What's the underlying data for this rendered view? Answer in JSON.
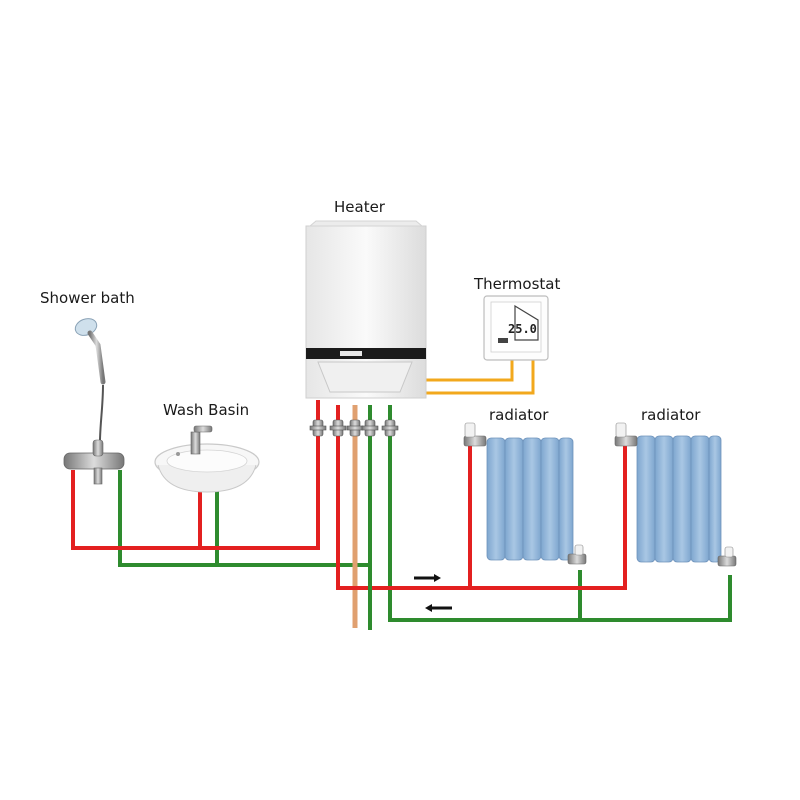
{
  "labels": {
    "heater": "Heater",
    "thermostat": "Thermostat",
    "shower": "Shower bath",
    "wash_basin": "Wash Basin",
    "radiator_1": "radiator",
    "radiator_2": "radiator"
  },
  "thermostat_display": {
    "temperature": "25.0"
  },
  "colors": {
    "hot_pipe": "#e32020",
    "return_pipe": "#2e8b2e",
    "gas_pipe": "#e0a070",
    "control_wire": "#f2a81d",
    "radiator": "#8fb3d6",
    "heater_body": "#f4f4f4"
  }
}
